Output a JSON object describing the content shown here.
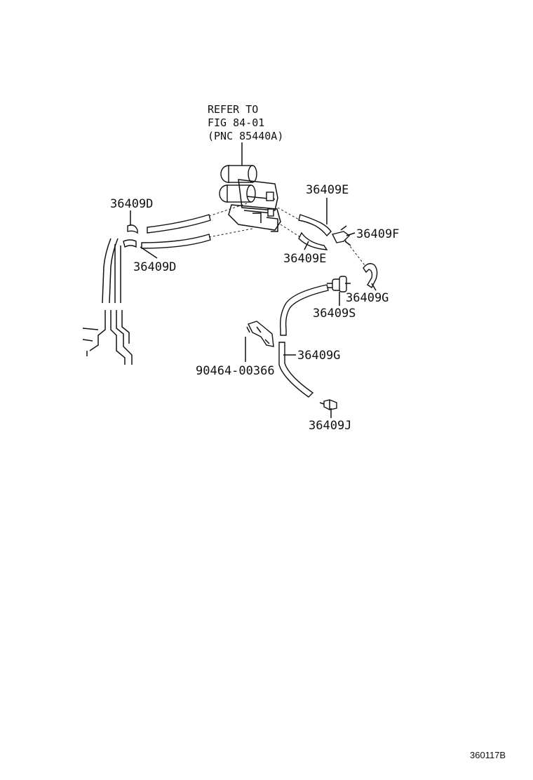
{
  "refer_note": {
    "line1": "REFER TO",
    "line2": "FIG 84-01",
    "line3": "(PNC 85440A)"
  },
  "callouts": {
    "d_upper": "36409D",
    "d_lower": "36409D",
    "e_upper": "36409E",
    "e_lower": "36409E",
    "f": "36409F",
    "g_upper": "36409G",
    "g_lower": "36409G",
    "s": "36409S",
    "j": "36409J",
    "clamp": "90464-00366"
  },
  "figure_code": "360117B"
}
